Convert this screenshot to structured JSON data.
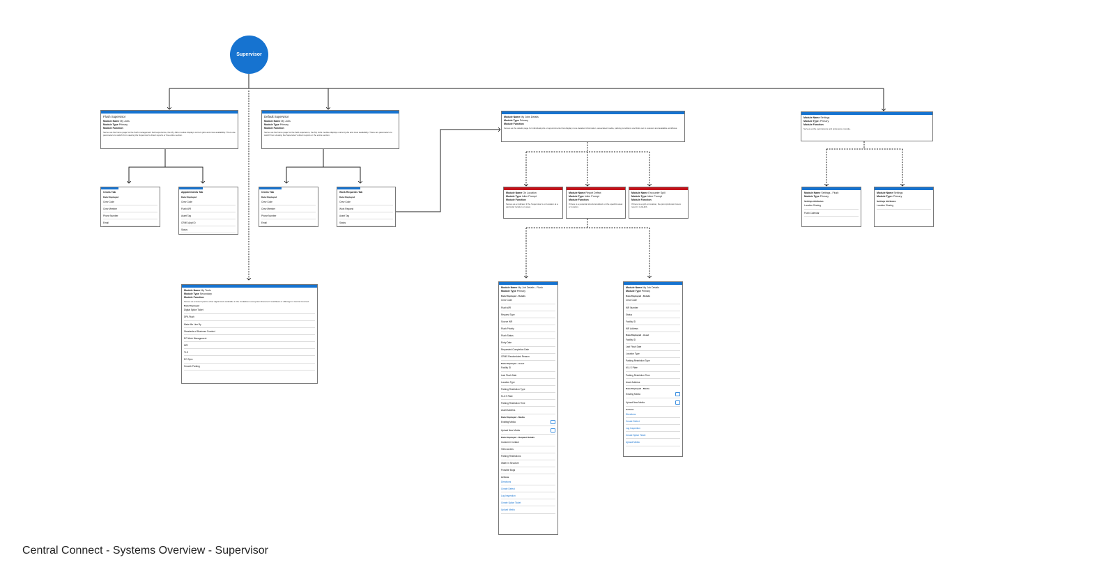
{
  "caption": "Central Connect - Systems Overview - Supervisor",
  "root_node": {
    "label": "Supervisor"
  },
  "labels": {
    "module_name": "Module Name",
    "module_type": "Module Type",
    "module_type_compact": "Module Type:",
    "module_function": "Module Function",
    "data_displayed": "Data Displayed",
    "data_displayed_details": "Data Displayed - Details",
    "data_displayed_asset": "Data Displayed - Asset",
    "data_displayed_media": "Data Displayed - Media",
    "data_displayed_request": "Data Displayed - Request Details",
    "actions": "Actions",
    "settings_attributes": "Settings Attributes",
    "crews_tab": "Crews Tab",
    "appointments_tab": "Appointments Tab",
    "work_requests_tab": "Work Requests Tab"
  },
  "flush_supervisor": {
    "title": "Flush Supervisor",
    "name": "My Jobs",
    "type": "Primary",
    "function": "Serves as the home page for the flush management field experience, the My Jobs module displays current jobs and crew availability. There are parameters to switch from viewing the Supervisor's direct reports or the entire section."
  },
  "default_supervisor": {
    "title": "Default Supervisor",
    "name": "My Jobs",
    "type": "Primary",
    "function": "Serves as the home page for the field experience, the My Jobs module displays current jobs and crew availability. There are parameters to switch from viewing the Supervisor's direct reports or the entire section."
  },
  "job_details": {
    "name": "My Jobs Details",
    "type": "Primary",
    "function": "Serves as the details page for individual jobs or appointments that display more detailed information, associated media, parking conditions and links out to relevant and available workflows."
  },
  "settings": {
    "name": "Settings",
    "type": "Primary",
    "function": "Serves as the permissions and preference module."
  },
  "flush_crews_tab": {
    "rows": [
      "Crew Code",
      "Crew Member",
      "Phone Number",
      "Email"
    ]
  },
  "flush_appointments_tab": {
    "rows": [
      "Crew Code",
      "Flush WR",
      "Asset Tag",
      "CRMS Appt ID",
      "Status"
    ]
  },
  "default_crews_tab": {
    "rows": [
      "Crew Code",
      "Crew Member",
      "Phone Number",
      "Email"
    ]
  },
  "default_work_requests_tab": {
    "rows": [
      "Crew Code",
      "Work Request",
      "Asset Tag",
      "Status"
    ]
  },
  "my_tools": {
    "name": "My Tools",
    "type": "Secondary",
    "function": "Serves as a launch pad to other digital tools available in the ConEdison ecosystem that aren't workflows or offerings in Central Connect",
    "rows": [
      "Digital Splice Ticket",
      "DPA Flush",
      "Make Me Line By",
      "Standards of Business Conduct",
      "EO Work Management",
      "MPI",
      "TLS",
      "EO Sync",
      "Smooth Parking"
    ]
  },
  "on_location": {
    "name": "On Location",
    "type": "Inline Prompt",
    "function": "Serves as a indicator if the Supervisor is on location at a particular location or asset."
  },
  "report_defect": {
    "name": "Report Defect",
    "type": "Inline Prompt",
    "function": "If there is a potential structural defect on the specific asset or location."
  },
  "encounter_spill": {
    "name": "Encounter Spill",
    "type": "Inline Prompt",
    "function": "If there is a spill on location, the prompt shows how to report it to EH&S."
  },
  "flush_job_details": {
    "name": "My Job Details - Flush",
    "type": "Primary",
    "details": [
      "Crew Code",
      "Flush WR",
      "Request Type",
      "Source WR",
      "Flush Priority",
      "Flush Status",
      "Entry Date",
      "Requested Completion Date",
      "CRMS Rescheduled Reason"
    ],
    "asset": [
      "Facility ID",
      "Last Flush Date",
      "Location Type",
      "Parking Restriction Type",
      "M & S Plate",
      "Parking Restriction Time",
      "Asset Address"
    ],
    "media": [
      "Existing Media",
      "Upload New Media"
    ],
    "request": [
      "Customer Contact",
      "View Access",
      "Parking Restrictions",
      "Water in Structure",
      "Possible Bugs"
    ],
    "actions": [
      "Directions",
      "Create Defect",
      "Log Inspection",
      "Create Splice Ticket",
      "Upload Media"
    ]
  },
  "default_job_details": {
    "name": "My Job Details",
    "type": "Primary",
    "details": [
      "Crew Code",
      "WR Number",
      "Status",
      "Facility ID",
      "WR Address"
    ],
    "asset": [
      "Facility ID",
      "Last Flush Date",
      "Location Type",
      "Parking Restriction Type",
      "M & S Plate",
      "Parking Restriction Time",
      "Asset Address"
    ],
    "media": [
      "Existing Media",
      "Upload New Media"
    ],
    "actions": [
      "Directions",
      "Create Defect",
      "Log Inspection",
      "Create Splice Ticket",
      "Upload Media"
    ]
  },
  "settings_flush": {
    "name": "Settings - Flush",
    "type": "Primary",
    "rows": [
      "Location Sharing",
      "Flush Calendar"
    ]
  },
  "settings_default": {
    "name": "Settings",
    "type": "Primary",
    "rows": [
      "Location Sharing"
    ]
  },
  "colors": {
    "accent": "#1673d0",
    "alert": "#c4121a"
  }
}
